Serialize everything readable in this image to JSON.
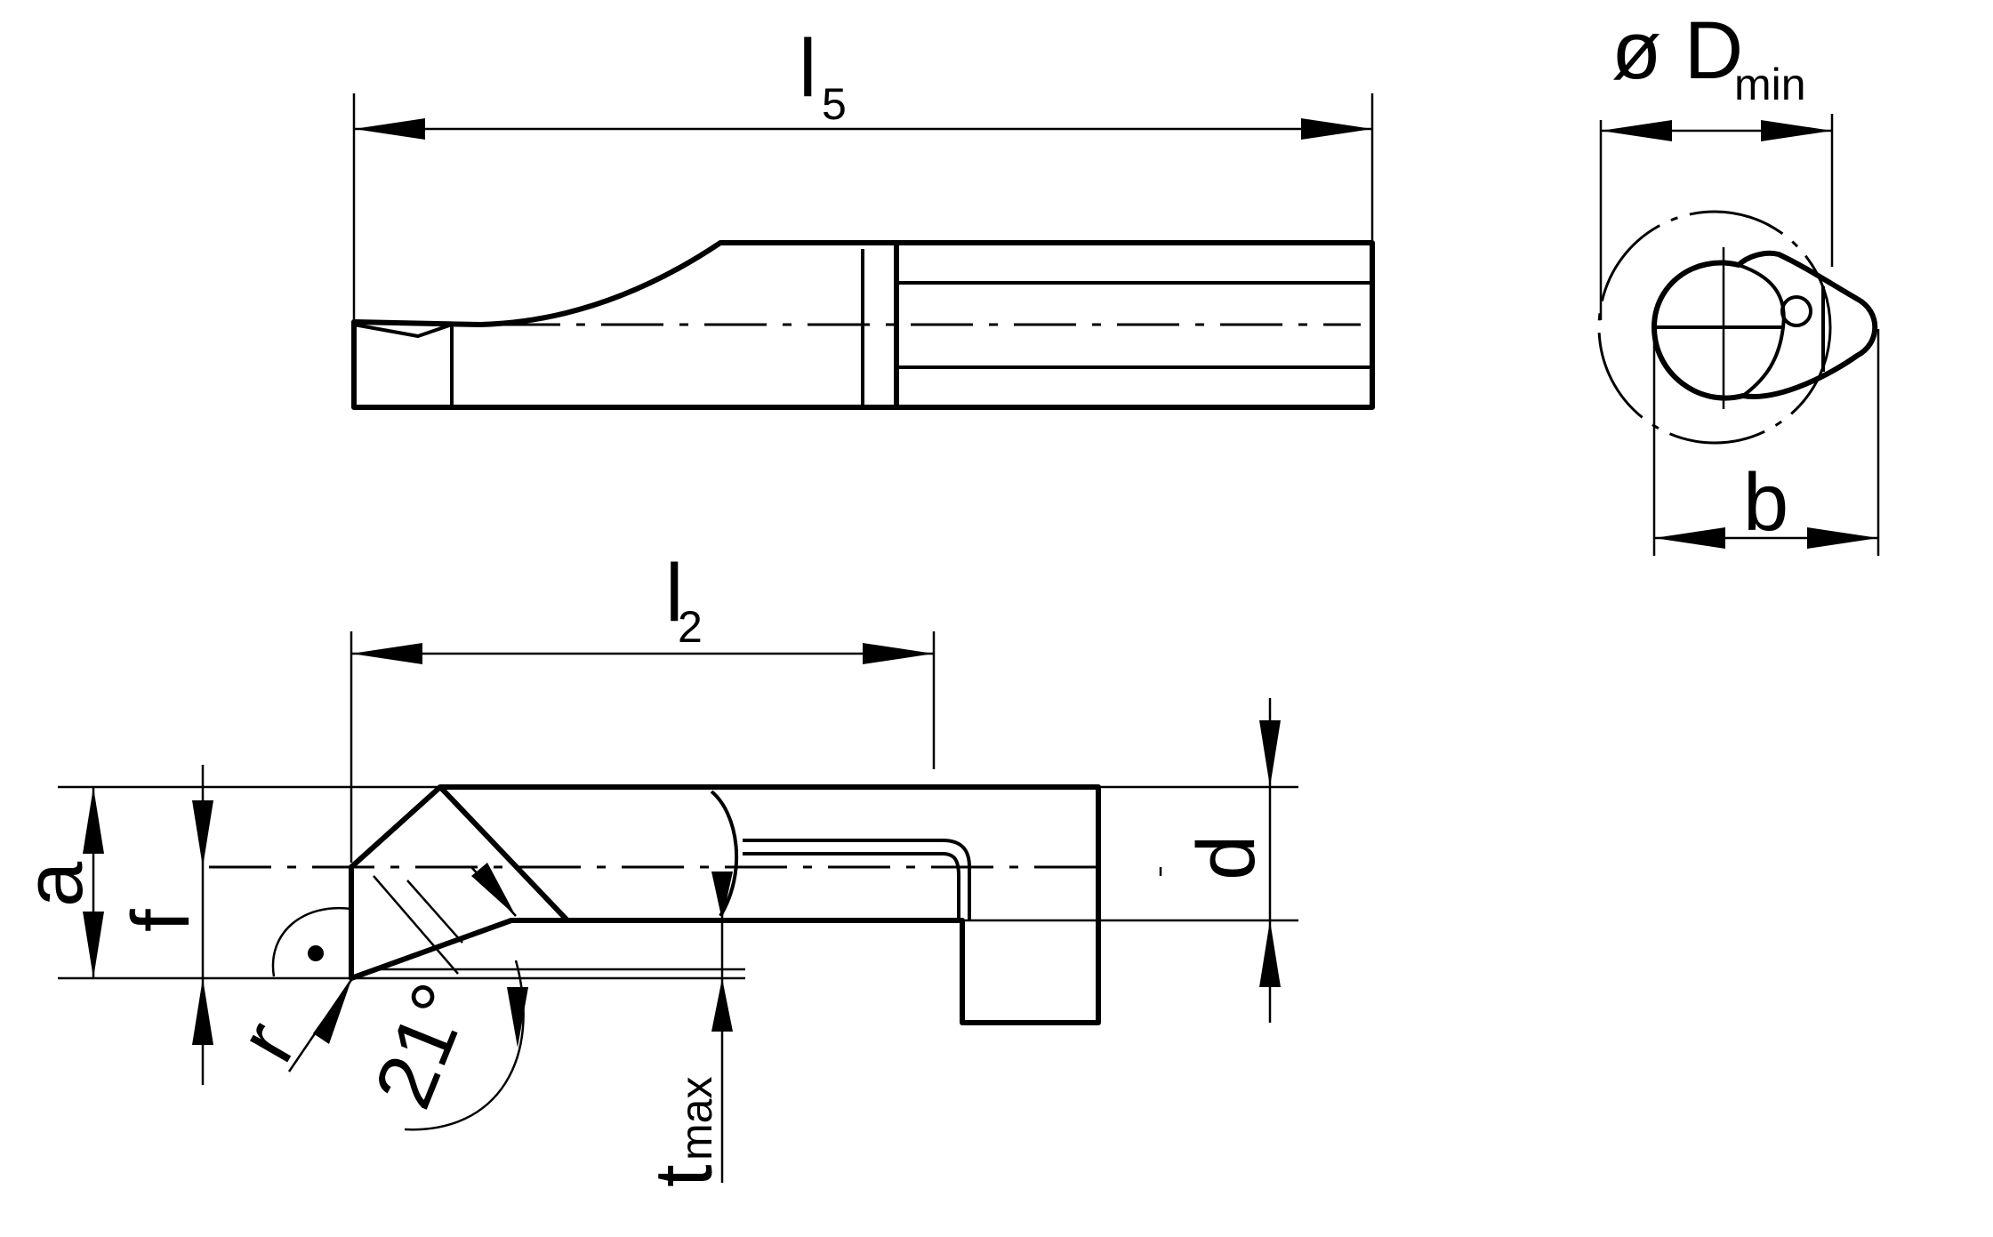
{
  "labels": {
    "l5": "l",
    "l5_sub": "5",
    "dmin": "ø D",
    "dmin_sub": "min",
    "b": "b",
    "l2": "l",
    "l2_sub": "2",
    "a": "a",
    "f": "f",
    "d": "d",
    "r": "r",
    "angle": "21°",
    "tmax": "t",
    "tmax_sub": "max"
  },
  "colors": {
    "carbide": "#fff200",
    "shank": "#e2e2e2",
    "line": "#000000"
  }
}
